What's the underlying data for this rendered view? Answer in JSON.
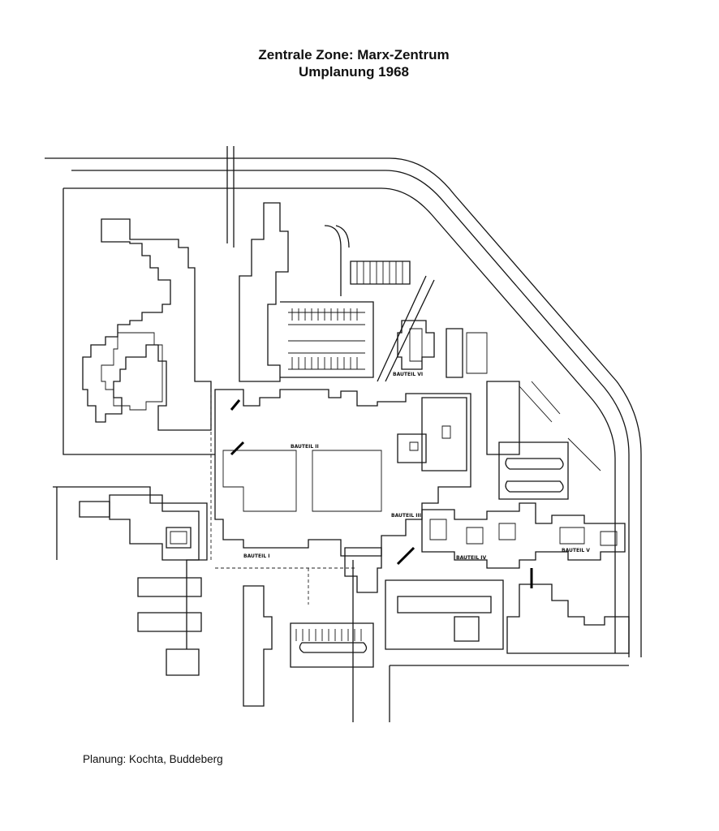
{
  "title": {
    "line1": "Zentrale Zone: Marx-Zentrum",
    "line2": "Umplanung 1968"
  },
  "credit": "Planung: Kochta, Buddeberg",
  "labels": {
    "bauteil_1": "BAUTEIL I",
    "bauteil_2": "BAUTEIL II",
    "bauteil_3": "BAUTEIL III",
    "bauteil_4": "BAUTEIL IV",
    "bauteil_5": "BAUTEIL V",
    "bauteil_6": "BAUTEIL VI"
  },
  "colors": {
    "ink": "#151515",
    "paper": "#ffffff"
  }
}
